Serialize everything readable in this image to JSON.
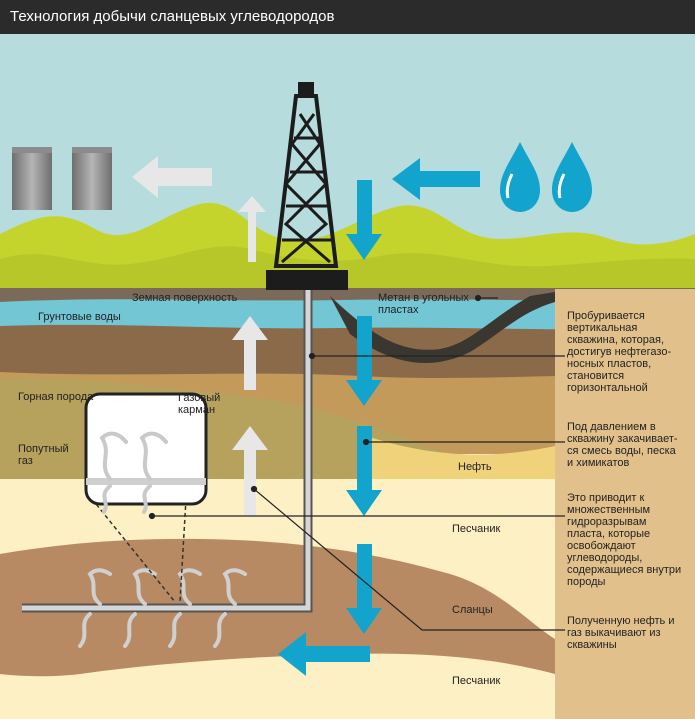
{
  "title": "Технология добычи сланцевых углеводородов",
  "labels": {
    "surface": "Земная поверхность",
    "groundwater": "Грунтовые воды",
    "methane": "Метан в угольных\nпластах",
    "rock": "Горная порода",
    "gas_pocket": "Газовый\nкарман",
    "assoc_gas": "Попутный\nгаз",
    "oil": "Нефть",
    "sandstone_upper": "Песчаник",
    "shale": "Сланцы",
    "sandstone_lower": "Песчаник"
  },
  "notes": [
    "Пробуривается\nвертикальная\nскважина, которая,\nдостигув нефтегазо-\nносных пластов,\nстановится\nгоризонтальной",
    "Под давлением в\nскважину закачивает-\nся смесь воды, песка\nи химикатов",
    "Это приводит к\nмножественным\nгидроразрывам\nпласта, которые\nосвобождают\nуглеводороды,\nсодержащиеся внутри\nпороды",
    "Полученную нефть и\nгаз выкачивают из\nскважины"
  ],
  "icons": [
    "storage-tank-icon",
    "water-drop-icon",
    "oil-rig-icon",
    "fracture-crack-icon"
  ],
  "colors": {
    "sky": "#b6dcde",
    "hills": "#c5d42d",
    "soil": "#8b6a4a",
    "groundwater": "#73c6d4",
    "rock": "#c49a5a",
    "gas_layer": "#b6a15d",
    "oil_layer": "#efd27a",
    "sandstone": "#fdf0c4",
    "shale": "#b88a64",
    "panel": "#e2c08c",
    "blue_arrow": "#12a4cc",
    "white_arrow": "#e7e7e7"
  }
}
